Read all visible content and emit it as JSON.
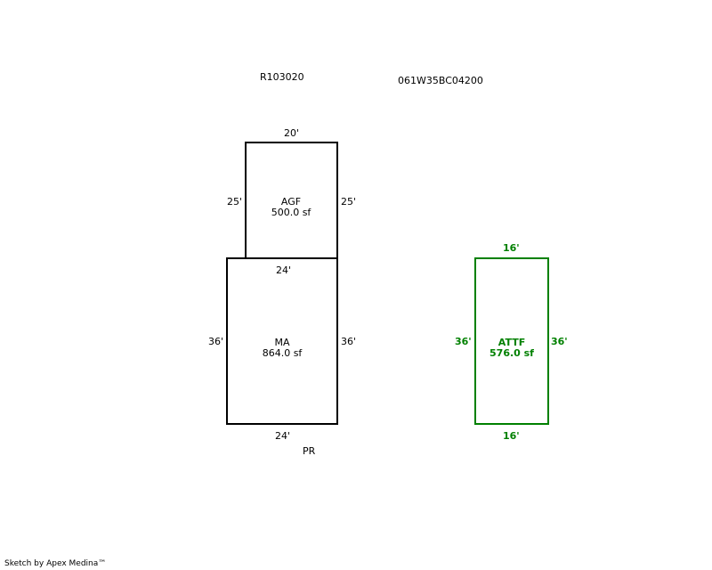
{
  "header": {
    "account_id": "R103020",
    "map_tax_lot": "061W35BC04200"
  },
  "sections": {
    "agf": {
      "name": "AGF",
      "area": "500.0 sf",
      "dim_top": "20'",
      "dim_left": "25'",
      "dim_right": "25'"
    },
    "ma": {
      "name": "MA",
      "area": "864.0 sf",
      "dim_top": "24'",
      "dim_left": "36'",
      "dim_right": "36'",
      "dim_bottom": "24'",
      "note": "PR"
    },
    "attf": {
      "name": "ATTF",
      "area": "576.0 sf",
      "dim_top": "16'",
      "dim_left": "36'",
      "dim_right": "36'",
      "dim_bottom": "16'"
    }
  },
  "colors": {
    "main_outline": "#000000",
    "detached_outline": "#008000"
  },
  "footer": {
    "credit": "Sketch by Apex Medina™"
  }
}
